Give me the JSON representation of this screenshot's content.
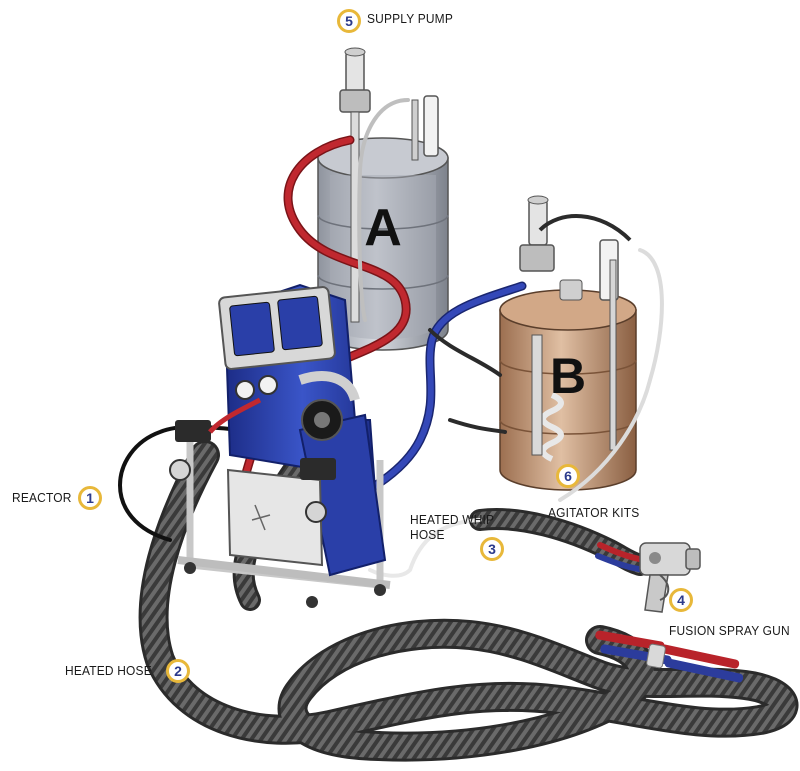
{
  "labels": {
    "supply_pump": "SUPPLY PUMP",
    "reactor": "REACTOR",
    "heated_whip_hose_line1": "HEATED WHIP",
    "heated_whip_hose_line2": "HOSE",
    "agitator_kits": "AGITATOR KITS",
    "fusion_spray_gun": "FUSION SPRAY GUN",
    "heated_hose": "HEATED HOSE"
  },
  "markers": {
    "reactor": "1",
    "heated_hose": "2",
    "heated_whip_hose": "3",
    "fusion_spray_gun": "4",
    "supply_pump": "5",
    "agitator_kits": "6"
  },
  "drums": {
    "a_letter": "A",
    "b_letter": "B"
  },
  "colors": {
    "marker_ring": "#e8b83a",
    "marker_text": "#2b3a8c",
    "reactor_blue": "#2a3fa8",
    "drum_a": "#b8bcc6",
    "drum_b": "#c79a78",
    "hose_red": "#b8232a",
    "hose_blue": "#2c3c9c",
    "heated_hose": "#3a3a3a"
  }
}
